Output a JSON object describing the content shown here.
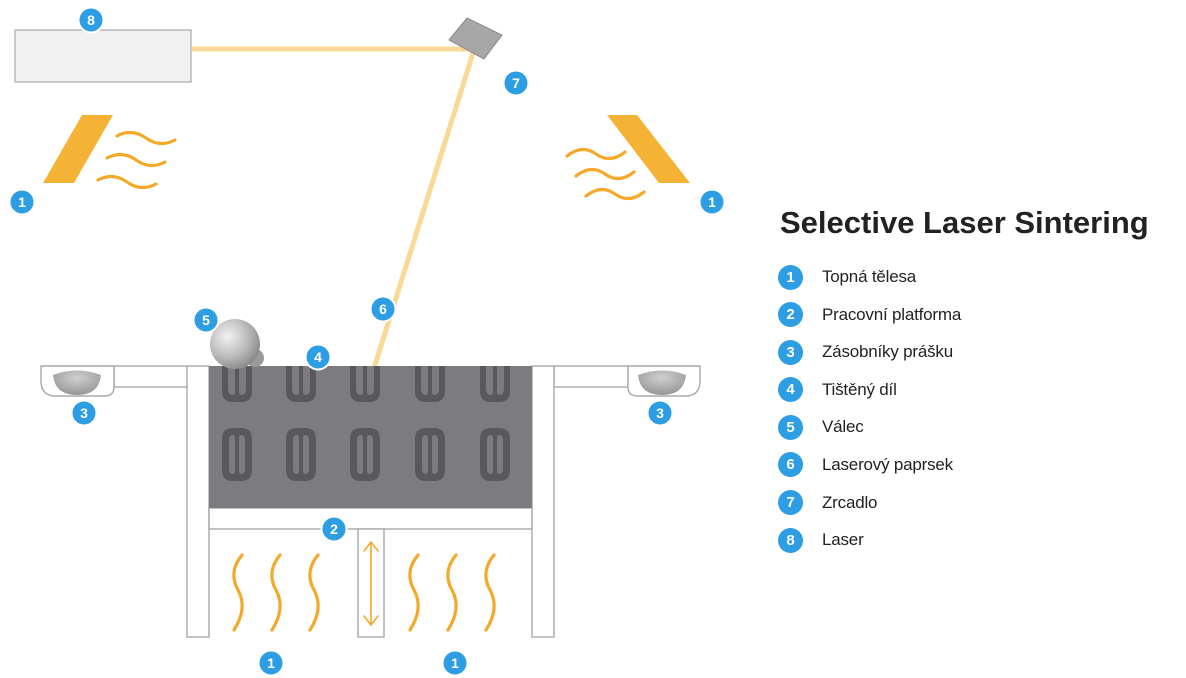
{
  "title": "Selective Laser Sintering",
  "legend": [
    {
      "number": "1",
      "label": "Topná tělesa"
    },
    {
      "number": "2",
      "label": "Pracovní platforma"
    },
    {
      "number": "3",
      "label": "Zásobníky prášku"
    },
    {
      "number": "4",
      "label": "Tištěný díl"
    },
    {
      "number": "5",
      "label": "Válec"
    },
    {
      "number": "6",
      "label": "Laserový paprsek"
    },
    {
      "number": "7",
      "label": "Zrcadlo"
    },
    {
      "number": "8",
      "label": "Laser"
    }
  ],
  "colors": {
    "badge": "#2d9de4",
    "heater": "#f5b335",
    "wave": "#f4a928",
    "beam": "#f8d998",
    "powder_bed": "#7b7b80",
    "printed_part": "#58585d",
    "outline": "#a9a9a9",
    "roller": "#c0c0c0"
  },
  "icons": {
    "heater": "heater-plate-icon",
    "heat_wave": "heat-wave-icon",
    "roller": "roller-sphere-icon",
    "mirror": "mirror-icon",
    "laser": "laser-box-icon",
    "arrow": "vertical-double-arrow-icon"
  }
}
